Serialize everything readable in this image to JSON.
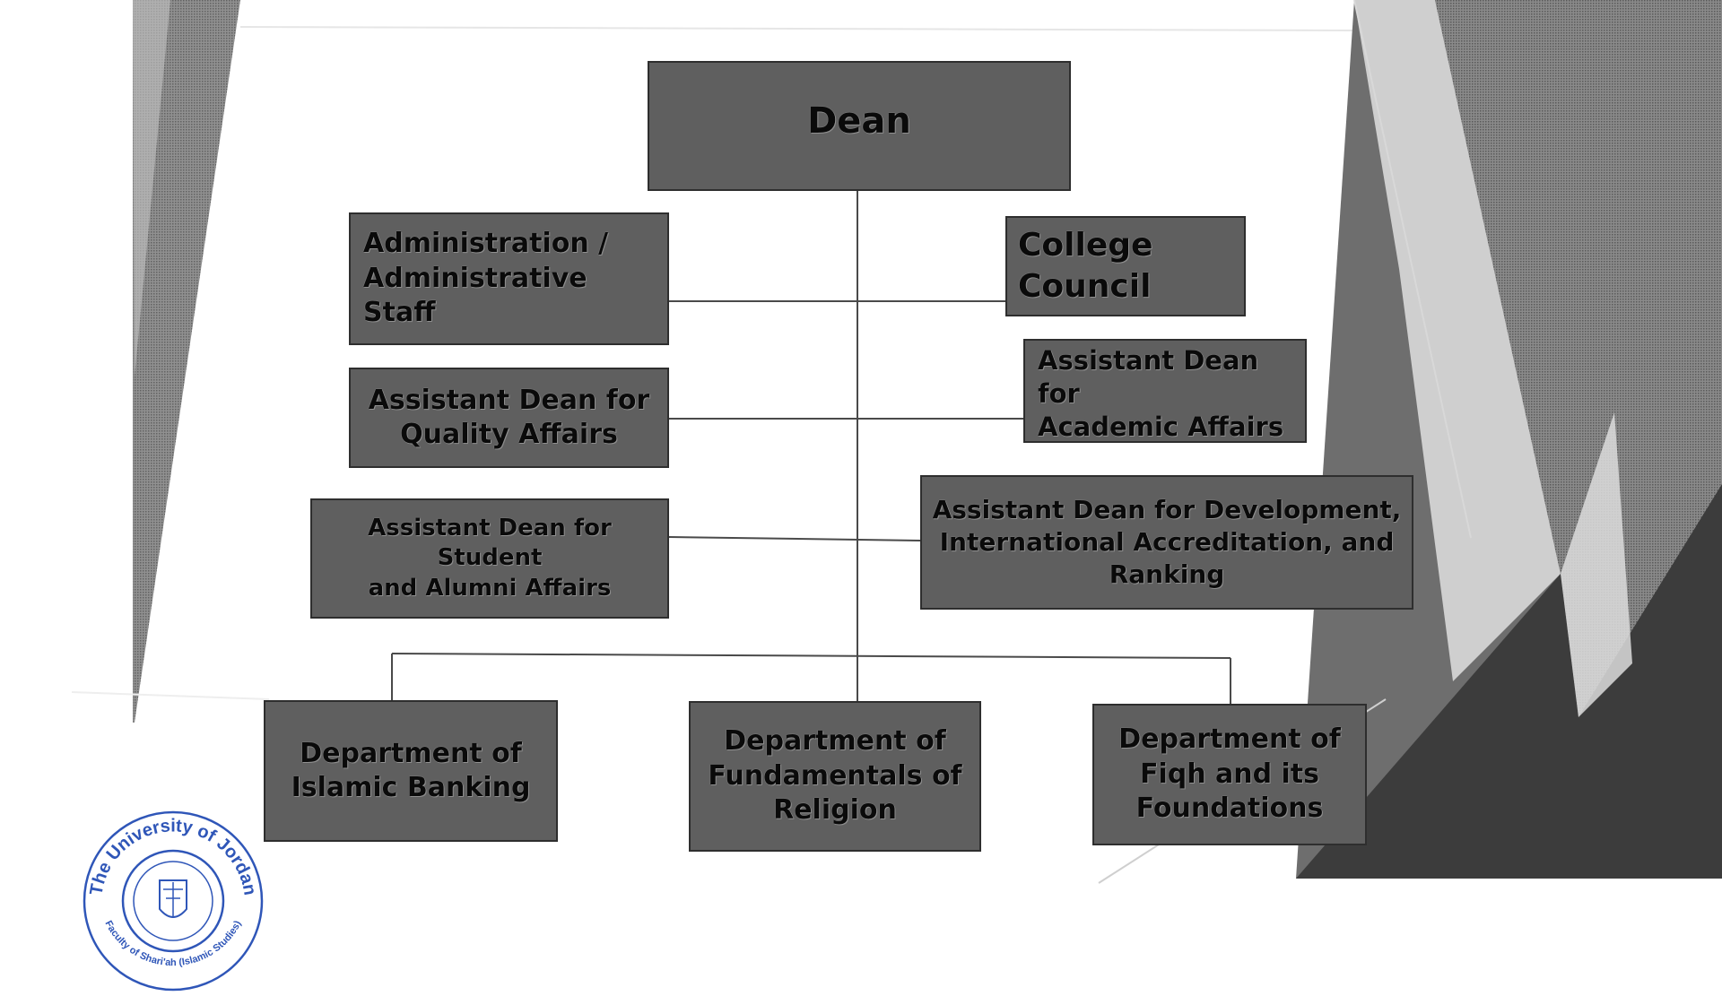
{
  "org_chart": {
    "dean": "Dean",
    "left_branch": [
      "Administration /\nAdministrative Staff",
      "Assistant Dean for\nQuality Affairs",
      "Assistant Dean for Student\nand Alumni Affairs"
    ],
    "right_branch": [
      "College\nCouncil",
      "Assistant Dean for\nAcademic Affairs",
      "Assistant Dean for Development,\nInternational Accreditation, and\nRanking"
    ],
    "departments": [
      "Department of\nIslamic Banking",
      "Department of\nFundamentals of\nReligion",
      "Department of\nFiqh and its\nFoundations"
    ]
  },
  "seal": {
    "outer_text": "The University of Jordan",
    "inner_text": "Faculty of Shari'ah (Islamic Studies)",
    "color": "#2f56b8"
  },
  "colors": {
    "box_fill": "#5f5f5f",
    "box_border": "#2e2e2e",
    "connector": "#4a4a4a"
  }
}
